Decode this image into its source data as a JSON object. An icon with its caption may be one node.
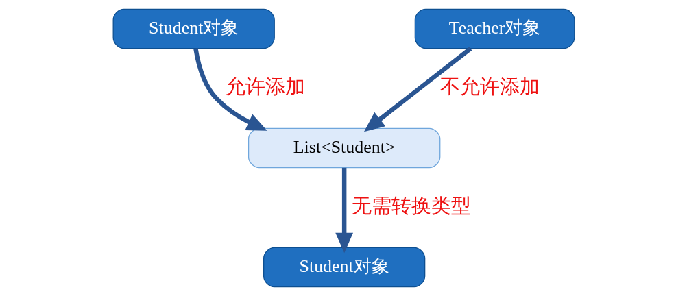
{
  "diagram": {
    "nodes": [
      {
        "text": [
          "Student对象"
        ]
      },
      {
        "text": [
          "Teacher对象"
        ]
      },
      {
        "text": [
          "List<Student>"
        ]
      },
      {
        "text": [
          "Student对象"
        ]
      }
    ],
    "edges": [
      {
        "from": 0,
        "to": 2,
        "arrow": "to",
        "label": "允许添加"
      },
      {
        "from": 1,
        "to": 2,
        "arrow": "to",
        "label": "不允许添加"
      },
      {
        "from": 2,
        "to": 3,
        "arrow": "to",
        "label": "无需转换类型"
      }
    ]
  }
}
